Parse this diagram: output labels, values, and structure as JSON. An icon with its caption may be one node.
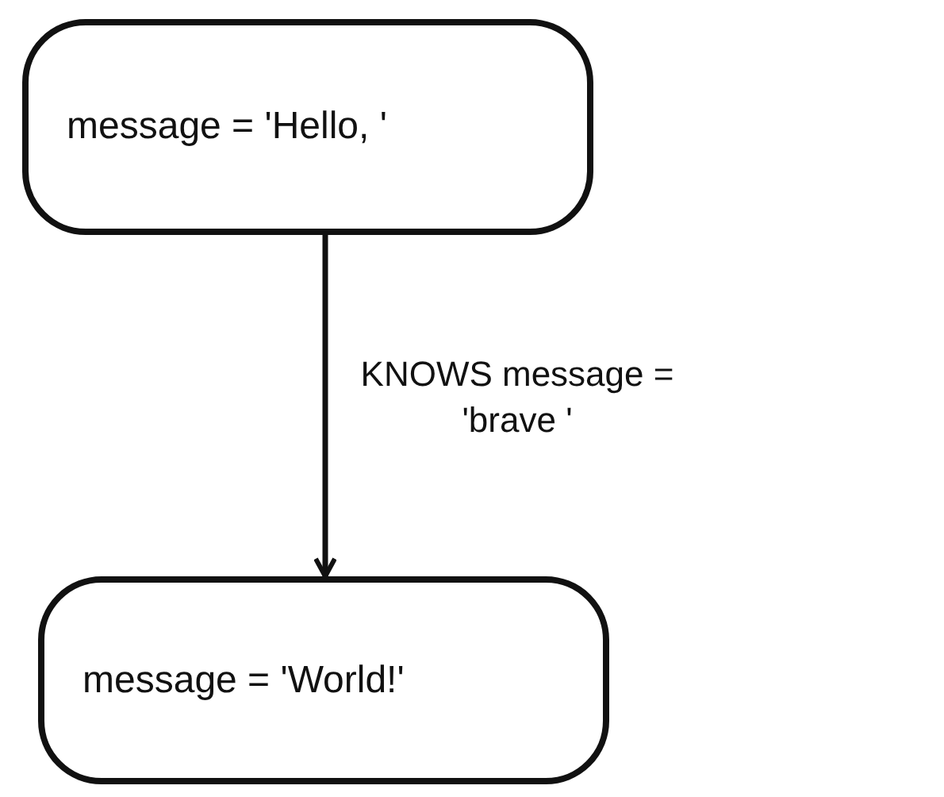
{
  "diagram": {
    "nodes": [
      {
        "text": [
          "message = 'Hello, '"
        ]
      },
      {
        "text": [
          "message = 'World!'"
        ]
      }
    ],
    "edges": [
      {
        "from": 0,
        "to": 1,
        "arrow": "to",
        "label": "KNOWS message = 'brave '"
      }
    ]
  }
}
